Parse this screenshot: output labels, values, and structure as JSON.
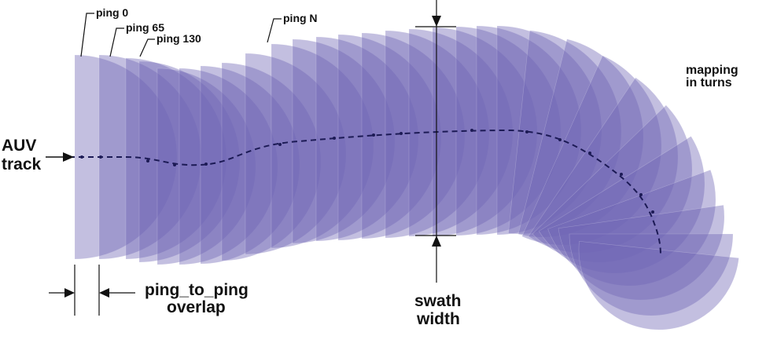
{
  "labels": {
    "ping_0": "ping 0",
    "ping_65": "ping 65",
    "ping_130": "ping 130",
    "ping_n": "ping N",
    "mapping_line1": "mapping",
    "mapping_line2": "in turns",
    "auv_line1": "AUV",
    "auv_line2": "track",
    "overlap_line1": "ping_to_ping",
    "overlap_line2": "overlap",
    "swath_line1": "swath",
    "swath_line2": "width"
  },
  "colors": {
    "swath_fill": "#7166b4",
    "track_line": "#1c1a55",
    "ink": "#111111"
  }
}
